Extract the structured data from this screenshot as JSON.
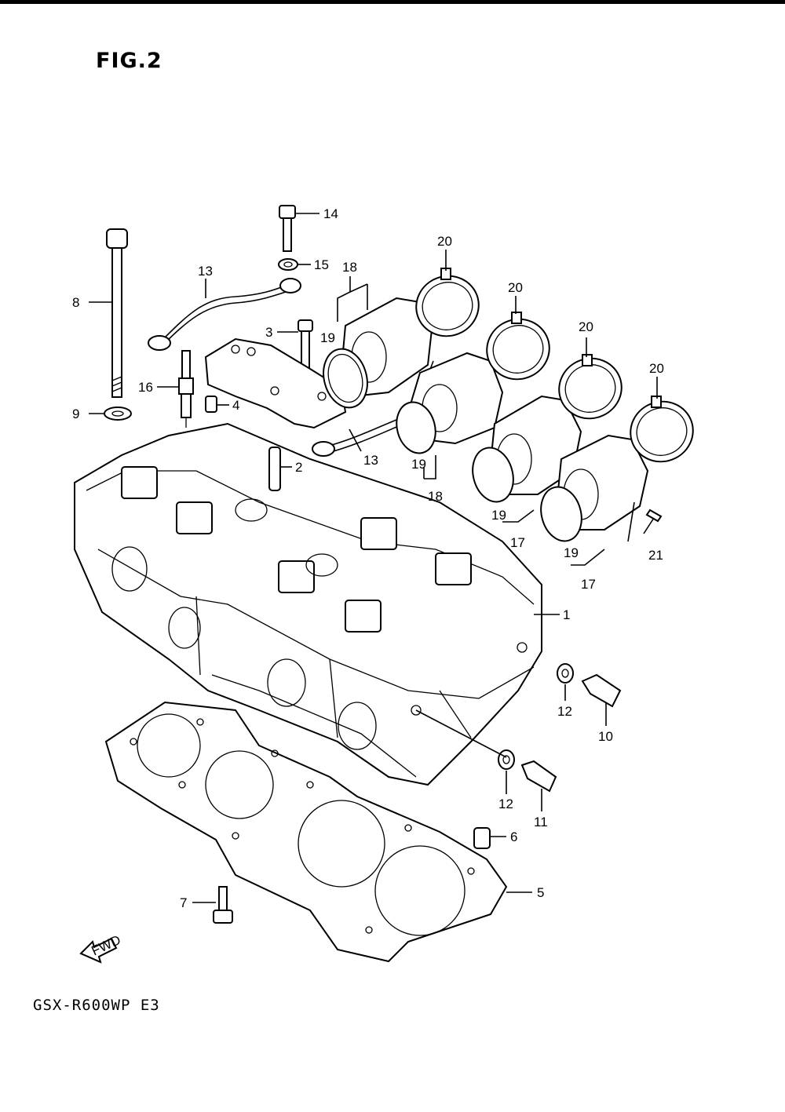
{
  "figure": {
    "title": "FIG.2",
    "model": "GSX-R600WP E3"
  },
  "fwd_label": "FWD",
  "callouts": [
    "1",
    "2",
    "3",
    "4",
    "5",
    "6",
    "7",
    "8",
    "9",
    "10",
    "11",
    "12",
    "13",
    "14",
    "15",
    "16",
    "17",
    "18",
    "19",
    "20",
    "21"
  ]
}
